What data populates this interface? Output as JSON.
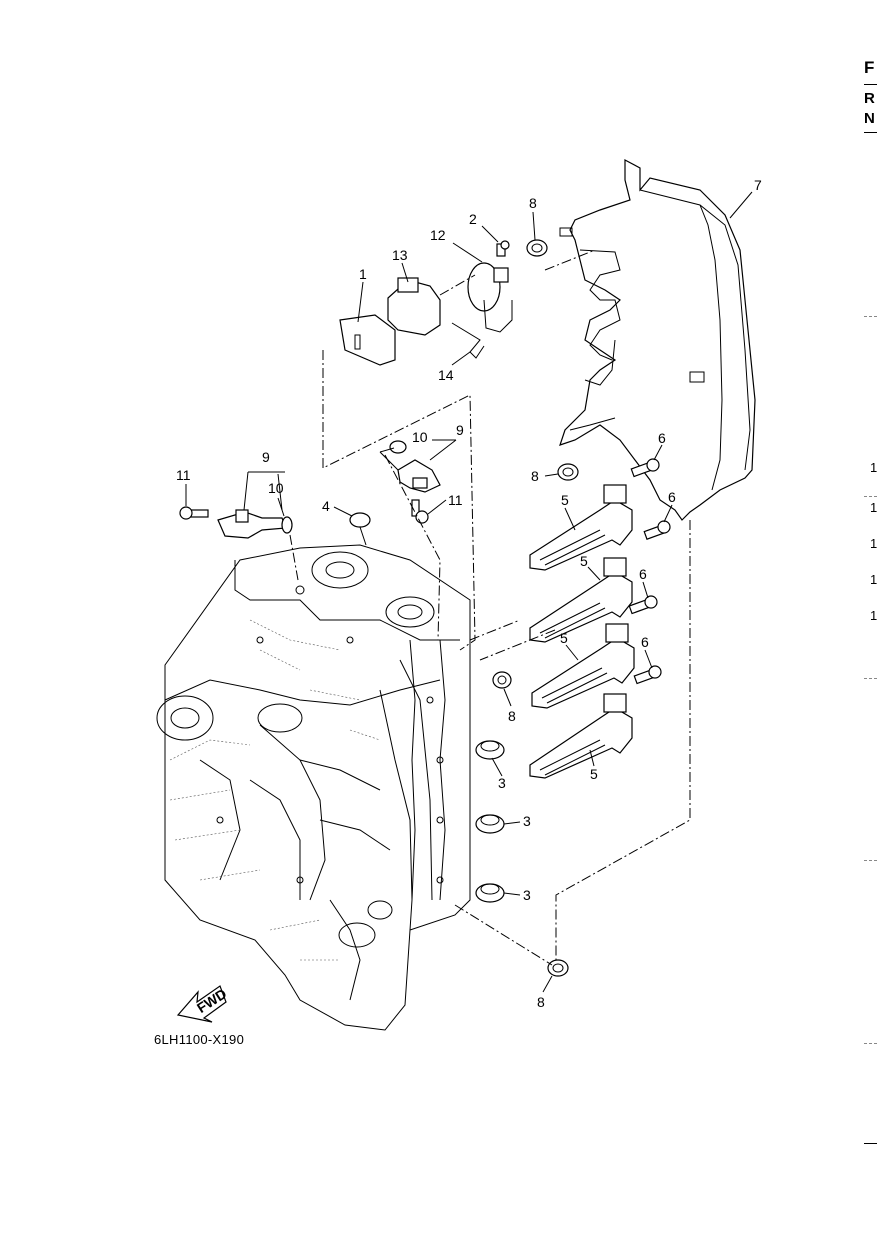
{
  "diagram_code": "6LH1100-X190",
  "fwd_label": "FWD",
  "callouts": {
    "c1": "1",
    "c2": "2",
    "c3a": "3",
    "c3b": "3",
    "c3c": "3",
    "c4": "4",
    "c5a": "5",
    "c5b": "5",
    "c5c": "5",
    "c5d": "5",
    "c6a": "6",
    "c6b": "6",
    "c6c": "6",
    "c6d": "6",
    "c7": "7",
    "c8a": "8",
    "c8b": "8",
    "c8c": "8",
    "c8d": "8",
    "c9a": "9",
    "c9b": "9",
    "c10a": "10",
    "c10b": "10",
    "c11a": "11",
    "c11b": "11",
    "c12": "12",
    "c13": "13",
    "c14": "14"
  },
  "edge": {
    "letters": [
      "F",
      "R",
      "N"
    ],
    "numbers": [
      "1",
      "1",
      "1",
      "1",
      "1"
    ]
  }
}
